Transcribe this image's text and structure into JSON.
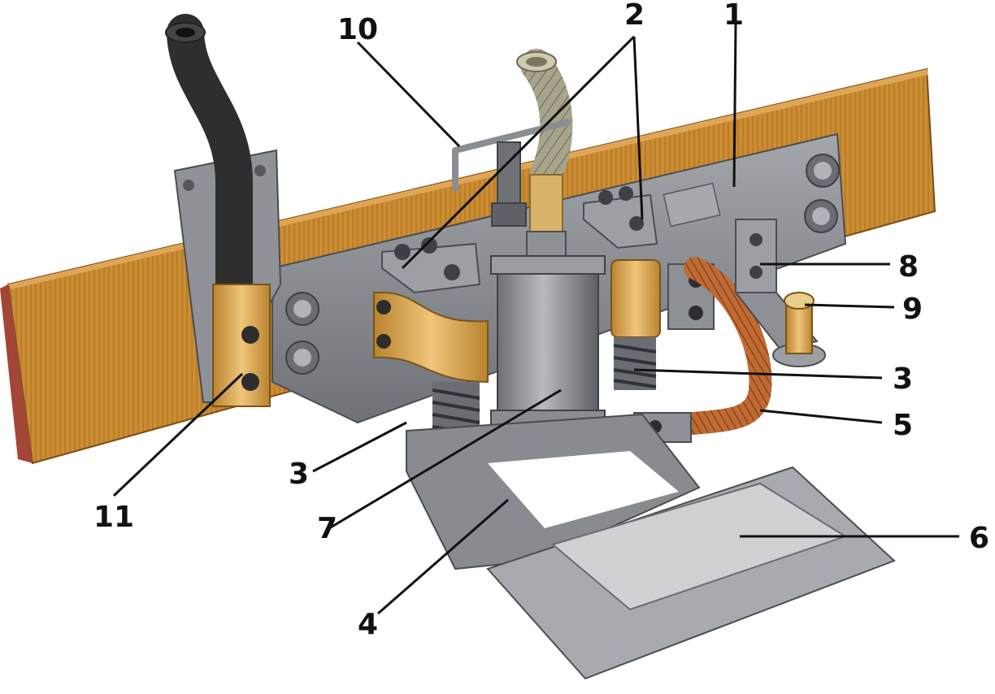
{
  "diagram": {
    "labels": [
      {
        "id": "1",
        "text": "1"
      },
      {
        "id": "2",
        "text": "2"
      },
      {
        "id": "3a",
        "text": "3"
      },
      {
        "id": "3b",
        "text": "3"
      },
      {
        "id": "4",
        "text": "4"
      },
      {
        "id": "5",
        "text": "5"
      },
      {
        "id": "6",
        "text": "6"
      },
      {
        "id": "7",
        "text": "7"
      },
      {
        "id": "8",
        "text": "8"
      },
      {
        "id": "9",
        "text": "9"
      },
      {
        "id": "10",
        "text": "10"
      },
      {
        "id": "11",
        "text": "11"
      }
    ],
    "colors": {
      "wood": "#c8882e",
      "wood_dark": "#9a6420",
      "steel": "#8e9196",
      "steel_light": "#b9bcc0",
      "steel_dark": "#5b5e63",
      "brass": "#d9a24a",
      "copper": "#b55a2a",
      "hose": "#3a3a3a",
      "hose_braided": "#9a9680",
      "pad": "#c9cbcd"
    }
  }
}
